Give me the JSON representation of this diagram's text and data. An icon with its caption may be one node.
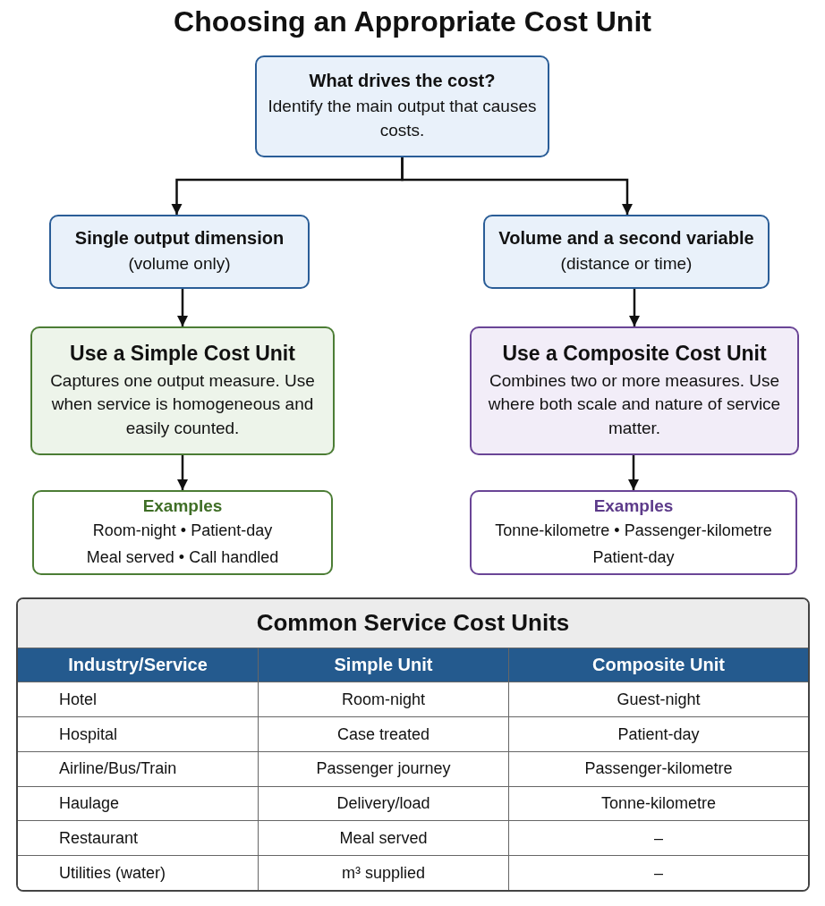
{
  "diagram": {
    "title": "Choosing an Appropriate Cost Unit",
    "nodes": [
      {
        "text": [
          "What drives the cost?",
          "Identify the main output that causes costs."
        ]
      },
      {
        "text": [
          "Single output dimension",
          "(volume only)"
        ]
      },
      {
        "text": [
          "Volume and a second variable",
          "(distance or time)"
        ]
      },
      {
        "text": [
          "Use a Simple Cost Unit",
          "Captures one output measure. Use when service is homogeneous and easily counted."
        ]
      },
      {
        "text": [
          "Use a Composite Cost Unit",
          "Combines two or more measures. Use where both scale and nature of service matter."
        ]
      },
      {
        "text": [
          "Examples",
          "Room-night • Patient-day",
          "Meal served • Call handled"
        ]
      },
      {
        "text": [
          "Examples",
          "Tonne-kilometre • Passenger-kilometre",
          "Patient-day"
        ]
      }
    ],
    "edges": [
      {
        "from": 0,
        "to": 1,
        "arrow": "to"
      },
      {
        "from": 0,
        "to": 2,
        "arrow": "to"
      },
      {
        "from": 1,
        "to": 3,
        "arrow": "to"
      },
      {
        "from": 2,
        "to": 4,
        "arrow": "to"
      },
      {
        "from": 3,
        "to": 5,
        "arrow": "to"
      },
      {
        "from": 4,
        "to": 6,
        "arrow": "to"
      }
    ],
    "labels": [
      "Common Service Cost Units",
      "Industry/Service",
      "Simple Unit",
      "Composite Unit",
      "Hotel",
      "Room-night",
      "Guest-night",
      "Hospital",
      "Case treated",
      "Patient-day",
      "Airline/Bus/Train",
      "Passenger journey",
      "Passenger-kilometre",
      "Haulage",
      "Delivery/load",
      "Tonne-kilometre",
      "Restaurant",
      "Meal served",
      "–",
      "Utilities (water)",
      "m³ supplied",
      "–"
    ]
  }
}
